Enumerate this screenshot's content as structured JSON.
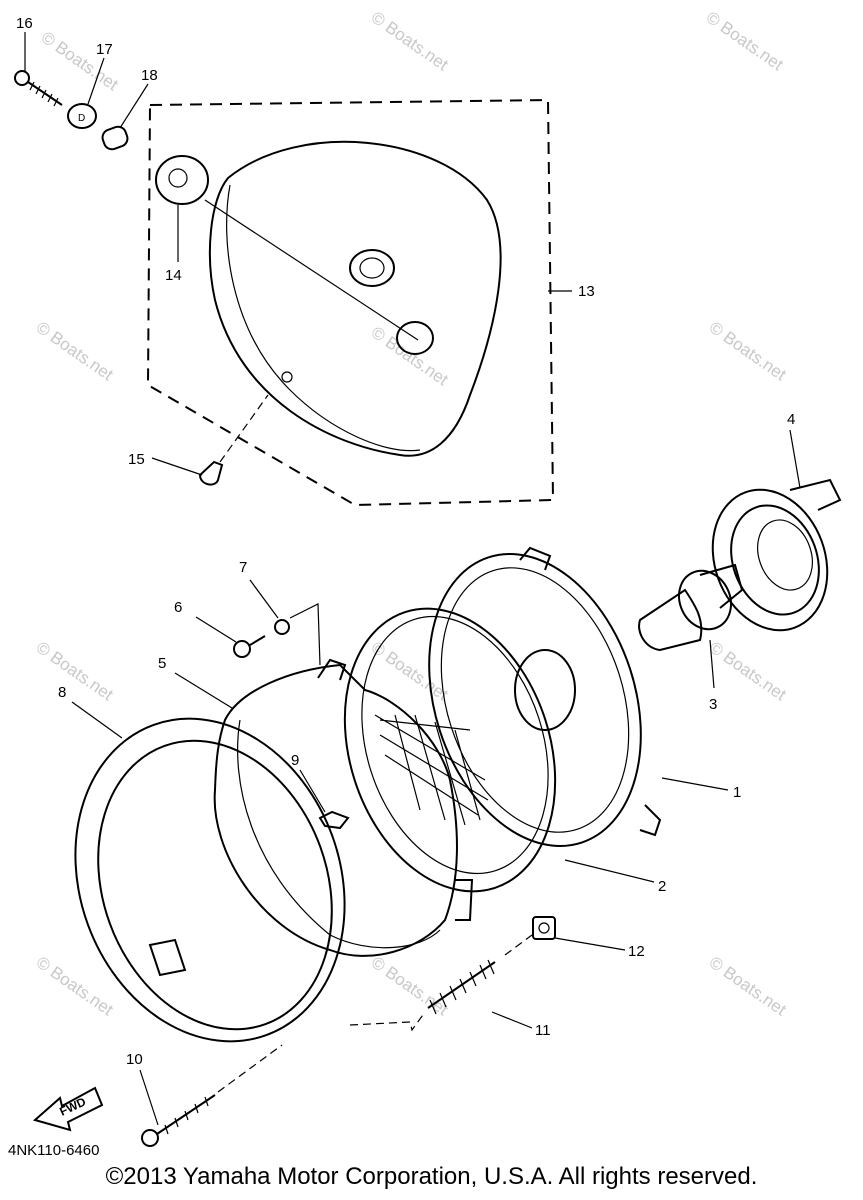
{
  "callouts": [
    {
      "id": "1",
      "label": "1"
    },
    {
      "id": "2",
      "label": "2"
    },
    {
      "id": "3",
      "label": "3"
    },
    {
      "id": "4",
      "label": "4"
    },
    {
      "id": "5",
      "label": "5"
    },
    {
      "id": "6",
      "label": "6"
    },
    {
      "id": "7",
      "label": "7"
    },
    {
      "id": "8",
      "label": "8"
    },
    {
      "id": "9",
      "label": "9"
    },
    {
      "id": "10",
      "label": "10"
    },
    {
      "id": "11",
      "label": "11"
    },
    {
      "id": "12",
      "label": "12"
    },
    {
      "id": "13",
      "label": "13"
    },
    {
      "id": "14",
      "label": "14"
    },
    {
      "id": "15",
      "label": "15"
    },
    {
      "id": "16",
      "label": "16"
    },
    {
      "id": "17",
      "label": "17"
    },
    {
      "id": "18",
      "label": "18"
    }
  ],
  "diagram_code": "4NK110-6460",
  "fwd_label": "FWD",
  "watermark": "© Boats.net",
  "copyright": "©2013 Yamaha Motor Corporation, U.S.A. All rights reserved."
}
